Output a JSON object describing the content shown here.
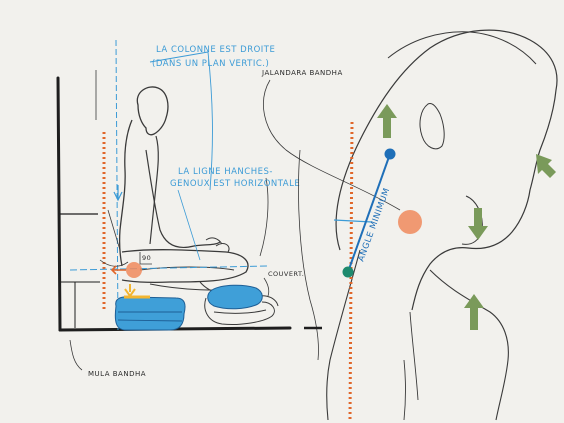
{
  "labels": {
    "spine_line1": "LA COLONNE EST DROITE",
    "spine_line2": "(DANS UN PLAN VERTIC.)",
    "jalandara": "JALANDARA BANDHA",
    "hips_line1": "LA LIGNE HANCHES-",
    "hips_line2": "GENOUX EST HORIZONTALE",
    "angle": "90",
    "couvert": "COUVERT.",
    "mula": "MULA BANDHA",
    "angle_minimum": "ANGLE MINIMUM"
  },
  "colors": {
    "ink": "#1e1e1e",
    "sketch": "#3a3a3a",
    "blue": "#3c9bd6",
    "cushion": "#3f9fd8",
    "orange_dots": "#e0662a",
    "bandha_orange": "#f08a5c",
    "yellow": "#f2b531",
    "green_arrow": "#7a9a5a",
    "dark_blue": "#1f6fb8",
    "teal": "#1e8a6e"
  }
}
